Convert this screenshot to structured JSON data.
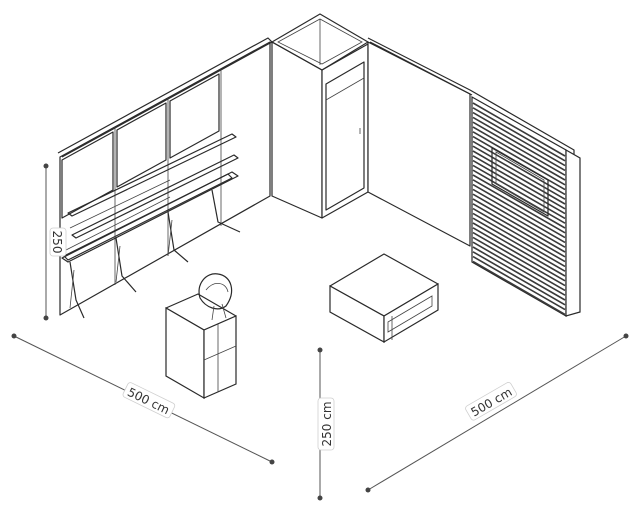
{
  "dimensions": {
    "left_width": "500 cm",
    "right_width": "500 cm",
    "front_height": "250 cm",
    "wall_height": "250"
  },
  "colors": {
    "line": "#2a2a2a",
    "dimension": "#555555",
    "slat": "#3a3a3a"
  }
}
